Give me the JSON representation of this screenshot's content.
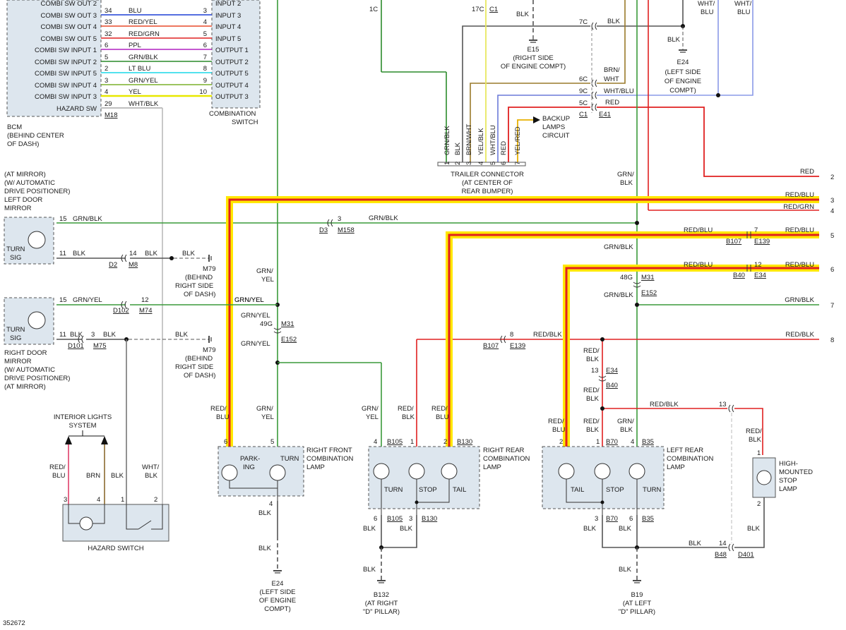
{
  "diagram_number": "352672",
  "bcm": {
    "pins": [
      {
        "label": "COMBI SW OUT 2",
        "pin": "",
        "color": "",
        "out": ""
      },
      {
        "label": "COMBI SW OUT 3",
        "pin": "34",
        "color": "BLU",
        "out": "3"
      },
      {
        "label": "COMBI SW OUT 4",
        "pin": "33",
        "color": "RED/YEL",
        "out": "4"
      },
      {
        "label": "COMBI SW OUT 5",
        "pin": "32",
        "color": "RED/GRN",
        "out": "5"
      },
      {
        "label": "COMBI SW INPUT 1",
        "pin": "6",
        "color": "PPL",
        "out": "6"
      },
      {
        "label": "COMBI SW INPUT 2",
        "pin": "5",
        "color": "GRN/BLK",
        "out": "7"
      },
      {
        "label": "COMBI SW INPUT 5",
        "pin": "2",
        "color": "LT BLU",
        "out": "8"
      },
      {
        "label": "COMBI SW INPUT 4",
        "pin": "3",
        "color": "GRN/YEL",
        "out": "9"
      },
      {
        "label": "COMBI SW INPUT 3",
        "pin": "4",
        "color": "YEL",
        "out": "10"
      },
      {
        "label": "HAZARD SW",
        "pin": "29",
        "color": "WHT/BLK",
        "out": ""
      }
    ],
    "switch_labels": [
      "INPUT 2",
      "INPUT 3",
      "INPUT 4",
      "INPUT 5",
      "OUTPUT 1",
      "OUTPUT 2",
      "OUTPUT 5",
      "OUTPUT 4",
      "OUTPUT 3"
    ],
    "connector": "M18",
    "label": [
      "BCM",
      "(BEHIND CENTER",
      "OF DASH)"
    ],
    "combo_switch": [
      "COMBINATION",
      "SWITCH"
    ]
  },
  "left_mirror": {
    "location": [
      "(AT MIRROR)",
      "(W/ AUTOMATIC",
      "DRIVE POSITIONER)",
      "LEFT DOOR",
      "MIRROR"
    ],
    "turn_sig": [
      "TURN",
      "SIG"
    ],
    "wire1": {
      "pin": "15",
      "color": "GRN/BLK"
    },
    "wire2": {
      "pin": "11",
      "color": "BLK",
      "pin2": "14",
      "color2": "BLK",
      "conn1": "D2",
      "conn2": "M8"
    }
  },
  "right_mirror": {
    "location": [
      "RIGHT DOOR",
      "MIRROR",
      "(W/ AUTOMATIC",
      "DRIVE POSITIONER)",
      "(AT MIRROR)"
    ],
    "turn_sig": [
      "TURN",
      "SIG"
    ],
    "wire1": {
      "pin": "15",
      "color": "GRN/YEL",
      "pin2": "12",
      "color2": "GRN/YEL",
      "conn1": "D102",
      "conn2": "M74"
    },
    "wire2": {
      "pin": "11",
      "color": "BLK",
      "pin2": "3",
      "color2": "BLK",
      "conn1": "D101",
      "conn2": "M75"
    }
  },
  "grounds": {
    "m79_a": {
      "id": "M79",
      "wire": "BLK",
      "loc": [
        "(BEHIND",
        "RIGHT SIDE",
        "OF DASH)"
      ]
    },
    "m79_b": {
      "id": "M79",
      "wire": "BLK",
      "loc": [
        "(BEHIND",
        "RIGHT SIDE",
        "OF DASH)"
      ]
    },
    "e15": {
      "id": "E15",
      "wire": "BLK",
      "loc": [
        "(RIGHT SIDE",
        "OF ENGINE COMPT)"
      ]
    },
    "e24_top": {
      "id": "E24",
      "wire": "BLK",
      "loc": [
        "(LEFT SIDE",
        "OF ENGINE",
        "COMPT)"
      ]
    },
    "e24_bot": {
      "id": "E24",
      "wire": "BLK",
      "loc": [
        "(LEFT SIDE",
        "OF ENGINE",
        "COMPT)"
      ]
    },
    "b132": {
      "id": "B132",
      "wire": "BLK",
      "loc": [
        "(AT RIGHT",
        "\"D\" PILLAR)"
      ]
    },
    "b19": {
      "id": "B19",
      "wire": "BLK",
      "loc": [
        "(AT LEFT",
        "\"D\" PILLAR)"
      ]
    }
  },
  "trailer": {
    "pins": [
      {
        "n": "1",
        "color": "GRN/BLK"
      },
      {
        "n": "2",
        "color": "BLK"
      },
      {
        "n": "3",
        "color": "BRN/WHT"
      },
      {
        "n": "4",
        "color": "YEL/BLK"
      },
      {
        "n": "5",
        "color": "WHT/BLU"
      },
      {
        "n": "6",
        "color": "RED"
      },
      {
        "n": "7",
        "color": "YEL/RED"
      }
    ],
    "label": [
      "TRAILER CONNECTOR",
      "(AT CENTER OF",
      "REAR BUMPER)"
    ],
    "top_labels": {
      "c1": "1C",
      "c17": "17C",
      "conn": "C1",
      "blk": "BLK",
      "c7": "7C",
      "blk2": "BLK",
      "c6": "6C",
      "c6color": [
        "BRN/",
        "WHT"
      ],
      "c9": "9C",
      "c9color": "WHT/BLU",
      "c5": "5C",
      "c5color": "RED",
      "conn2": "C1",
      "conn3": "E41",
      "wht_blu_top1": "WHT/",
      "wht_blu_top2": "BLU",
      "wht_blu_top3": "WHT/",
      "wht_blu_top4": "BLU"
    },
    "backup": [
      "BACKUP",
      "LAMPS",
      "CIRCUIT"
    ]
  },
  "right_edge": [
    {
      "n": "2",
      "color": "RED"
    },
    {
      "n": "3",
      "color": "RED/BLU"
    },
    {
      "n": "4",
      "color": "RED/GRN"
    },
    {
      "n": "5",
      "color": "RED/BLU"
    },
    {
      "n": "6",
      "color": "RED/BLU"
    },
    {
      "n": "7",
      "color": "GRN/BLK"
    },
    {
      "n": "8",
      "color": "RED/BLK"
    }
  ],
  "mid_labels": {
    "d3": "D3",
    "m158": "M158",
    "pin3": "3",
    "grn_blk": "GRN/BLK",
    "grn_blk_2": [
      "GRN/",
      "BLK"
    ],
    "grn_blk_3": "GRN/BLK",
    "b107": "B107",
    "e139": "E139",
    "red_blu": "RED/BLU",
    "pin7": "7",
    "b40": "B40",
    "e34": "E34",
    "pin12": "12",
    "red_blu2": "RED/BLU",
    "m31": "M31",
    "g48": "48G",
    "e152": "E152",
    "grn_blk_4": "GRN/BLK",
    "pin8": "8",
    "red_blk": "RED/BLK",
    "b107b": "B107",
    "e139b": "E139",
    "grn_yel_a": [
      "GRN/",
      "YEL"
    ],
    "grn_yel_b": "GRN/YEL",
    "grn_yel_c": "GRN/YEL",
    "g49": "49G",
    "m31b": "M31",
    "e152b": "E152",
    "grn_yel_d": "GRN/YEL",
    "red_blk_a": [
      "RED/",
      "BLK"
    ],
    "pin13": "13",
    "e34b": "E34",
    "red_blk_b": [
      "RED/",
      "BLK"
    ],
    "b40b": "B40",
    "red_blk_c": "RED/BLK",
    "pin13b": "13"
  },
  "rf_lamp": {
    "label": [
      "RIGHT FRONT",
      "COMBINATION",
      "LAMP"
    ],
    "bulbs": [
      "PARK-",
      "ING",
      "TURN"
    ],
    "pin6": "6",
    "pin5": "5",
    "pin4": "4",
    "wire_in1": [
      "RED/",
      "BLU"
    ],
    "wire_in2": [
      "GRN/",
      "YEL"
    ],
    "blk1": "BLK",
    "blk2": "BLK"
  },
  "rr_lamp": {
    "label": [
      "RIGHT REAR",
      "COMBINATION",
      "LAMP"
    ],
    "bulbs": [
      "TURN",
      "STOP",
      "TAIL"
    ],
    "pins_top": [
      "4",
      "B105",
      "1",
      "2",
      "B130"
    ],
    "pins_bot": [
      "6",
      "B105",
      "3",
      "B130"
    ],
    "wire_in": [
      [
        "GRN/",
        "YEL"
      ],
      [
        "RED/",
        "BLK"
      ],
      [
        "RED/",
        "BLU"
      ]
    ],
    "blk": [
      "BLK",
      "BLK",
      "BLK"
    ]
  },
  "lr_lamp": {
    "label": [
      "LEFT REAR",
      "COMBINATION",
      "LAMP"
    ],
    "bulbs": [
      "TAIL",
      "STOP",
      "TURN"
    ],
    "pins_top": [
      "2",
      "1",
      "B70",
      "4",
      "B35"
    ],
    "pins_bot": [
      "3",
      "B70",
      "6",
      "B35"
    ],
    "wire_in": [
      [
        "RED/",
        "BLU"
      ],
      [
        "RED/",
        "BLK"
      ],
      [
        "GRN/",
        "BLK"
      ]
    ],
    "blk": [
      "BLK",
      "BLK",
      "BLK"
    ]
  },
  "hmsl": {
    "label": [
      "HIGH-",
      "MOUNTED",
      "STOP",
      "LAMP"
    ],
    "pin1": "1",
    "pin2": "2",
    "wire_in": [
      "RED/",
      "BLK"
    ],
    "blk": "BLK",
    "pin14": "14",
    "b48": "B48",
    "d401": "D401",
    "blk2": "BLK"
  },
  "hazard": {
    "interior": [
      "INTERIOR LIGHTS",
      "SYSTEM"
    ],
    "label": "HAZARD SWITCH",
    "pins": [
      "3",
      "4",
      "1",
      "2"
    ],
    "wires": [
      [
        "RED/",
        "BLU"
      ],
      [
        "BRN"
      ],
      [
        "BLK"
      ],
      [
        "WHT/",
        "BLK"
      ]
    ]
  }
}
